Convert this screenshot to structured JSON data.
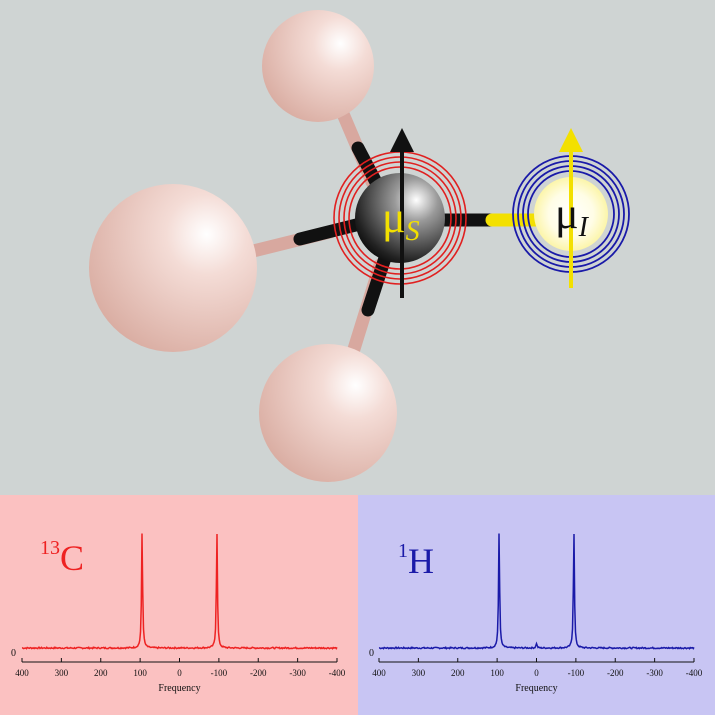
{
  "molecule": {
    "central_label_main": "μ",
    "central_label_sub": "S",
    "proton_label_main": "μ",
    "proton_label_sub": "I"
  },
  "colors": {
    "background": "#cfd4d3",
    "carbon_panel": "#fbc1c1",
    "hydrogen_panel": "#c8c5f3",
    "carbon_trace": "#ee2222",
    "hydrogen_trace": "#1a1aa8",
    "mu_yellow": "#f3e000"
  },
  "spectra": [
    {
      "nucleus_mass": "13",
      "nucleus_symbol": "C",
      "zero_label": "0",
      "xlabel": "Frequency",
      "tick_labels": [
        "400",
        "300",
        "200",
        "100",
        "0",
        "-100",
        "-200",
        "-300",
        "-400"
      ]
    },
    {
      "nucleus_mass": "1",
      "nucleus_symbol": "H",
      "zero_label": "0",
      "xlabel": "Frequency",
      "tick_labels": [
        "400",
        "300",
        "200",
        "100",
        "0",
        "-100",
        "-200",
        "-300",
        "-400"
      ]
    }
  ],
  "chart_data": [
    {
      "type": "line",
      "title": "",
      "xlabel": "Frequency",
      "ylabel": "",
      "xlim": [
        400,
        -400
      ],
      "x_ticks": [
        400,
        300,
        200,
        100,
        0,
        -100,
        -200,
        -300,
        -400
      ],
      "peaks": [
        {
          "x": 95,
          "height": 1.0
        },
        {
          "x": -95,
          "height": 1.0
        }
      ]
    },
    {
      "type": "line",
      "title": "",
      "xlabel": "Frequency",
      "ylabel": "",
      "xlim": [
        400,
        -400
      ],
      "x_ticks": [
        400,
        300,
        200,
        100,
        0,
        -100,
        -200,
        -300,
        -400
      ],
      "peaks": [
        {
          "x": 95,
          "height": 1.0
        },
        {
          "x": 0,
          "height": 0.04
        },
        {
          "x": -95,
          "height": 1.0
        }
      ]
    }
  ]
}
